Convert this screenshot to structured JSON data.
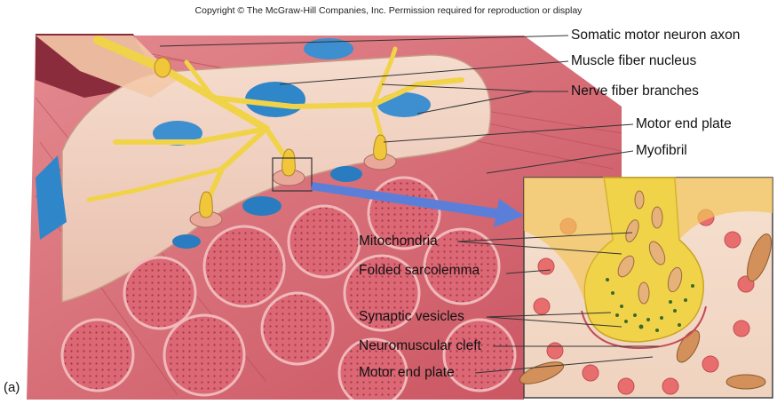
{
  "copyright": "Copyright © The McGraw-Hill Companies, Inc. Permission required for reproduction or display",
  "panel_label": "(a)",
  "labels": {
    "somatic_axon": "Somatic motor neuron axon",
    "muscle_nucleus": "Muscle fiber nucleus",
    "nerve_branches": "Nerve fiber branches",
    "motor_end_plate_top": "Motor end plate",
    "myofibril": "Myofibril",
    "mitochondria": "Mitochondria",
    "folded_sarcolemma": "Folded sarcolemma",
    "synaptic_vesicles": "Synaptic vesicles",
    "neuromuscular_cleft": "Neuromuscular cleft",
    "motor_end_plate_bottom": "Motor end plate"
  },
  "colors": {
    "muscle": "#d9707a",
    "muscle_dark": "#b84a56",
    "fiber_surface": "#f2d3c2",
    "nerve": "#f3d64a",
    "nucleus": "#2f86c9",
    "myofibril": "#e0707e",
    "arrow": "#5b7fd8"
  }
}
